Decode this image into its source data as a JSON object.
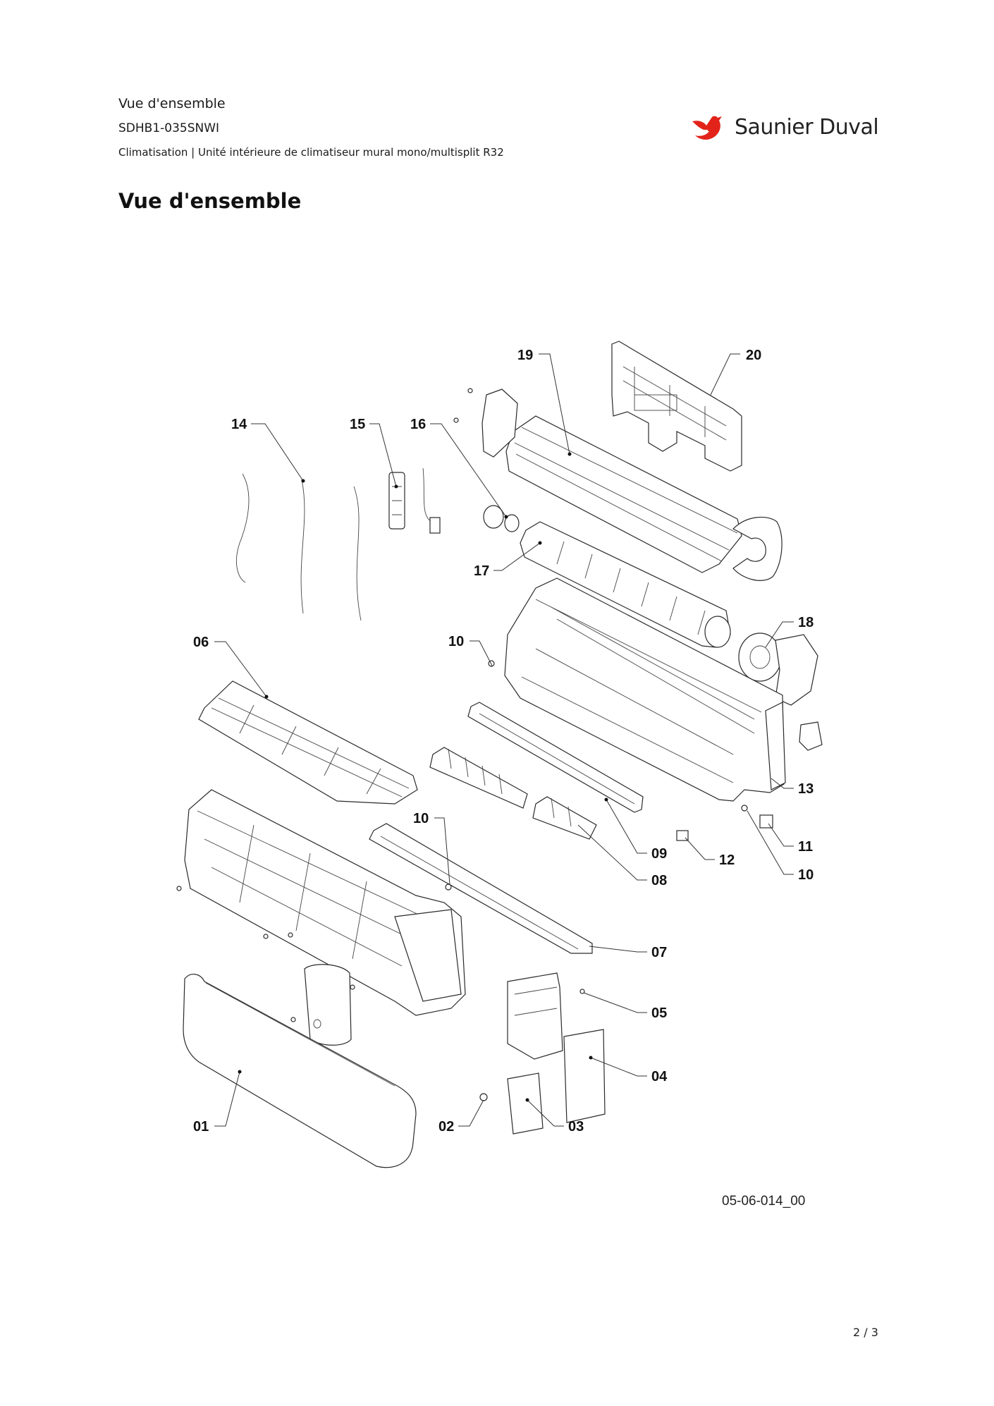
{
  "header": {
    "title": "Vue d'ensemble",
    "model": "SDHB1-035SNWI",
    "category": "Climatisation | Unité intérieure de climatiseur mural mono/multisplit R32"
  },
  "brand": {
    "name": "Saunier Duval",
    "logo_color": "#e2231a"
  },
  "page_heading": "Vue d'ensemble",
  "diagram": {
    "callouts": {
      "c01": "01",
      "c02": "02",
      "c03": "03",
      "c04": "04",
      "c05": "05",
      "c06": "06",
      "c07": "07",
      "c08": "08",
      "c09": "09",
      "c10a": "10",
      "c10b": "10",
      "c10c": "10",
      "c11": "11",
      "c12": "12",
      "c13": "13",
      "c14": "14",
      "c15": "15",
      "c16": "16",
      "c17": "17",
      "c18": "18",
      "c19": "19",
      "c20": "20"
    },
    "drawing_reference": "05-06-014_00"
  },
  "footer": {
    "page_number": "2 / 3"
  }
}
